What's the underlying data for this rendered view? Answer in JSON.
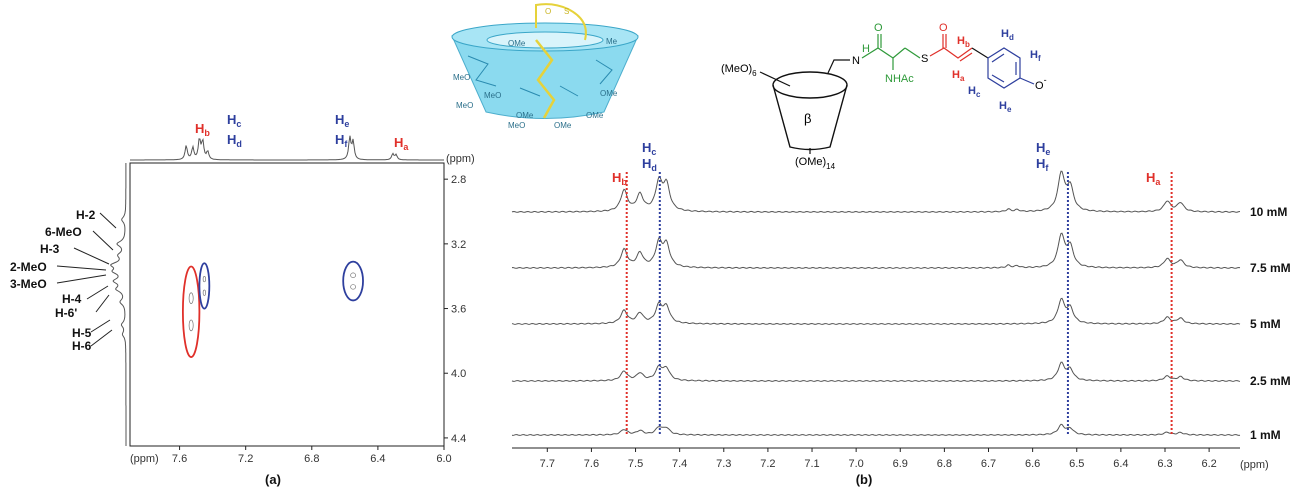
{
  "colors": {
    "red": "#e0302a",
    "blue": "#2e3f9e",
    "green": "#2f9a3a",
    "gray": "#666666",
    "cyclodextrin": "#54c8e8",
    "guest": "#e6d23a"
  },
  "chart_data": [
    {
      "type": "2d-nmr",
      "panel_label": "(a)",
      "xlabel": "(ppm)",
      "ylabel": "(ppm)",
      "x_ticks": [
        "7.6",
        "7.2",
        "6.8",
        "6.4",
        "6.0"
      ],
      "y_ticks": [
        "2.8",
        "3.2",
        "3.6",
        "4.0",
        "4.4"
      ],
      "xlim": [
        7.9,
        6.0
      ],
      "ylim": [
        2.7,
        4.45
      ],
      "top_labels": [
        {
          "main": "H",
          "sub": "b",
          "color": "red"
        },
        {
          "main": "H",
          "sub": "c",
          "color": "blue"
        },
        {
          "main": "H",
          "sub": "d",
          "color": "blue"
        },
        {
          "main": "H",
          "sub": "e",
          "color": "blue"
        },
        {
          "main": "H",
          "sub": "f",
          "color": "blue"
        },
        {
          "main": "H",
          "sub": "a",
          "color": "red"
        }
      ],
      "left_labels": [
        "H-2",
        "6-MeO",
        "H-3",
        "2-MeO",
        "3-MeO",
        "H-4",
        "H-6'",
        "H-5",
        "H-6"
      ],
      "cross_peaks": [
        {
          "x": 7.53,
          "y": 3.62,
          "rx": 0.05,
          "ry": 0.28,
          "color": "red"
        },
        {
          "x": 7.45,
          "y": 3.46,
          "rx": 0.03,
          "ry": 0.14,
          "color": "blue"
        },
        {
          "x": 6.55,
          "y": 3.43,
          "rx": 0.06,
          "ry": 0.12,
          "color": "blue"
        }
      ]
    },
    {
      "type": "line",
      "panel_label": "(b)",
      "xlabel": "(ppm)",
      "x_ticks": [
        "7.7",
        "7.6",
        "7.5",
        "7.4",
        "7.3",
        "7.2",
        "7.1",
        "7.0",
        "6.9",
        "6.8",
        "6.7",
        "6.6",
        "6.5",
        "6.4",
        "6.3",
        "6.2"
      ],
      "xlim": [
        7.78,
        6.13
      ],
      "series": [
        {
          "name": "10 mM",
          "peak_scale": 1.0
        },
        {
          "name": "7.5 mM",
          "peak_scale": 0.85
        },
        {
          "name": "5 mM",
          "peak_scale": 0.62
        },
        {
          "name": "2.5 mM",
          "peak_scale": 0.45
        },
        {
          "name": "1 mM",
          "peak_scale": 0.25
        }
      ],
      "peaks": [
        {
          "ppm": 7.526,
          "height": 0.7
        },
        {
          "ppm": 7.49,
          "height": 0.55
        },
        {
          "ppm": 7.447,
          "height": 0.95
        },
        {
          "ppm": 7.43,
          "height": 0.85
        },
        {
          "ppm": 6.535,
          "height": 1.25
        },
        {
          "ppm": 6.515,
          "height": 0.8
        },
        {
          "ppm": 6.295,
          "height": 0.35
        },
        {
          "ppm": 6.265,
          "height": 0.3
        }
      ],
      "guide_lines": [
        {
          "ppm": 7.52,
          "color": "red"
        },
        {
          "ppm": 7.445,
          "color": "blue"
        },
        {
          "ppm": 6.52,
          "color": "blue"
        },
        {
          "ppm": 6.285,
          "color": "red"
        }
      ],
      "peak_labels": [
        {
          "main": "H",
          "sub": "b",
          "color": "red"
        },
        {
          "main": "H",
          "sub": "c",
          "color": "blue"
        },
        {
          "main": "H",
          "sub": "d",
          "color": "blue"
        },
        {
          "main": "H",
          "sub": "e",
          "color": "blue"
        },
        {
          "main": "H",
          "sub": "f",
          "color": "blue"
        },
        {
          "main": "H",
          "sub": "a",
          "color": "red"
        }
      ]
    }
  ],
  "structure": {
    "meo6": "(MeO)",
    "meo6_sub": "6",
    "ome14": "(OMe)",
    "ome14_sub": "14",
    "beta": "β",
    "nh": "N",
    "h": "H",
    "o": "O",
    "s": "S",
    "nhac": "NHAc",
    "o_minus": "O",
    "minus": "-",
    "labels": [
      {
        "main": "H",
        "sub": "b",
        "color": "red"
      },
      {
        "main": "H",
        "sub": "a",
        "color": "red"
      },
      {
        "main": "H",
        "sub": "d",
        "color": "blue"
      },
      {
        "main": "H",
        "sub": "f",
        "color": "blue"
      },
      {
        "main": "H",
        "sub": "c",
        "color": "blue"
      },
      {
        "main": "H",
        "sub": "e",
        "color": "blue"
      }
    ]
  },
  "cartoon": {
    "ome_labels": [
      "OMe",
      "Me",
      "MeO",
      "MeO",
      "OMe",
      "OMe",
      "MeO",
      "OMe",
      "OMe",
      "MeO",
      "O",
      "S"
    ]
  }
}
